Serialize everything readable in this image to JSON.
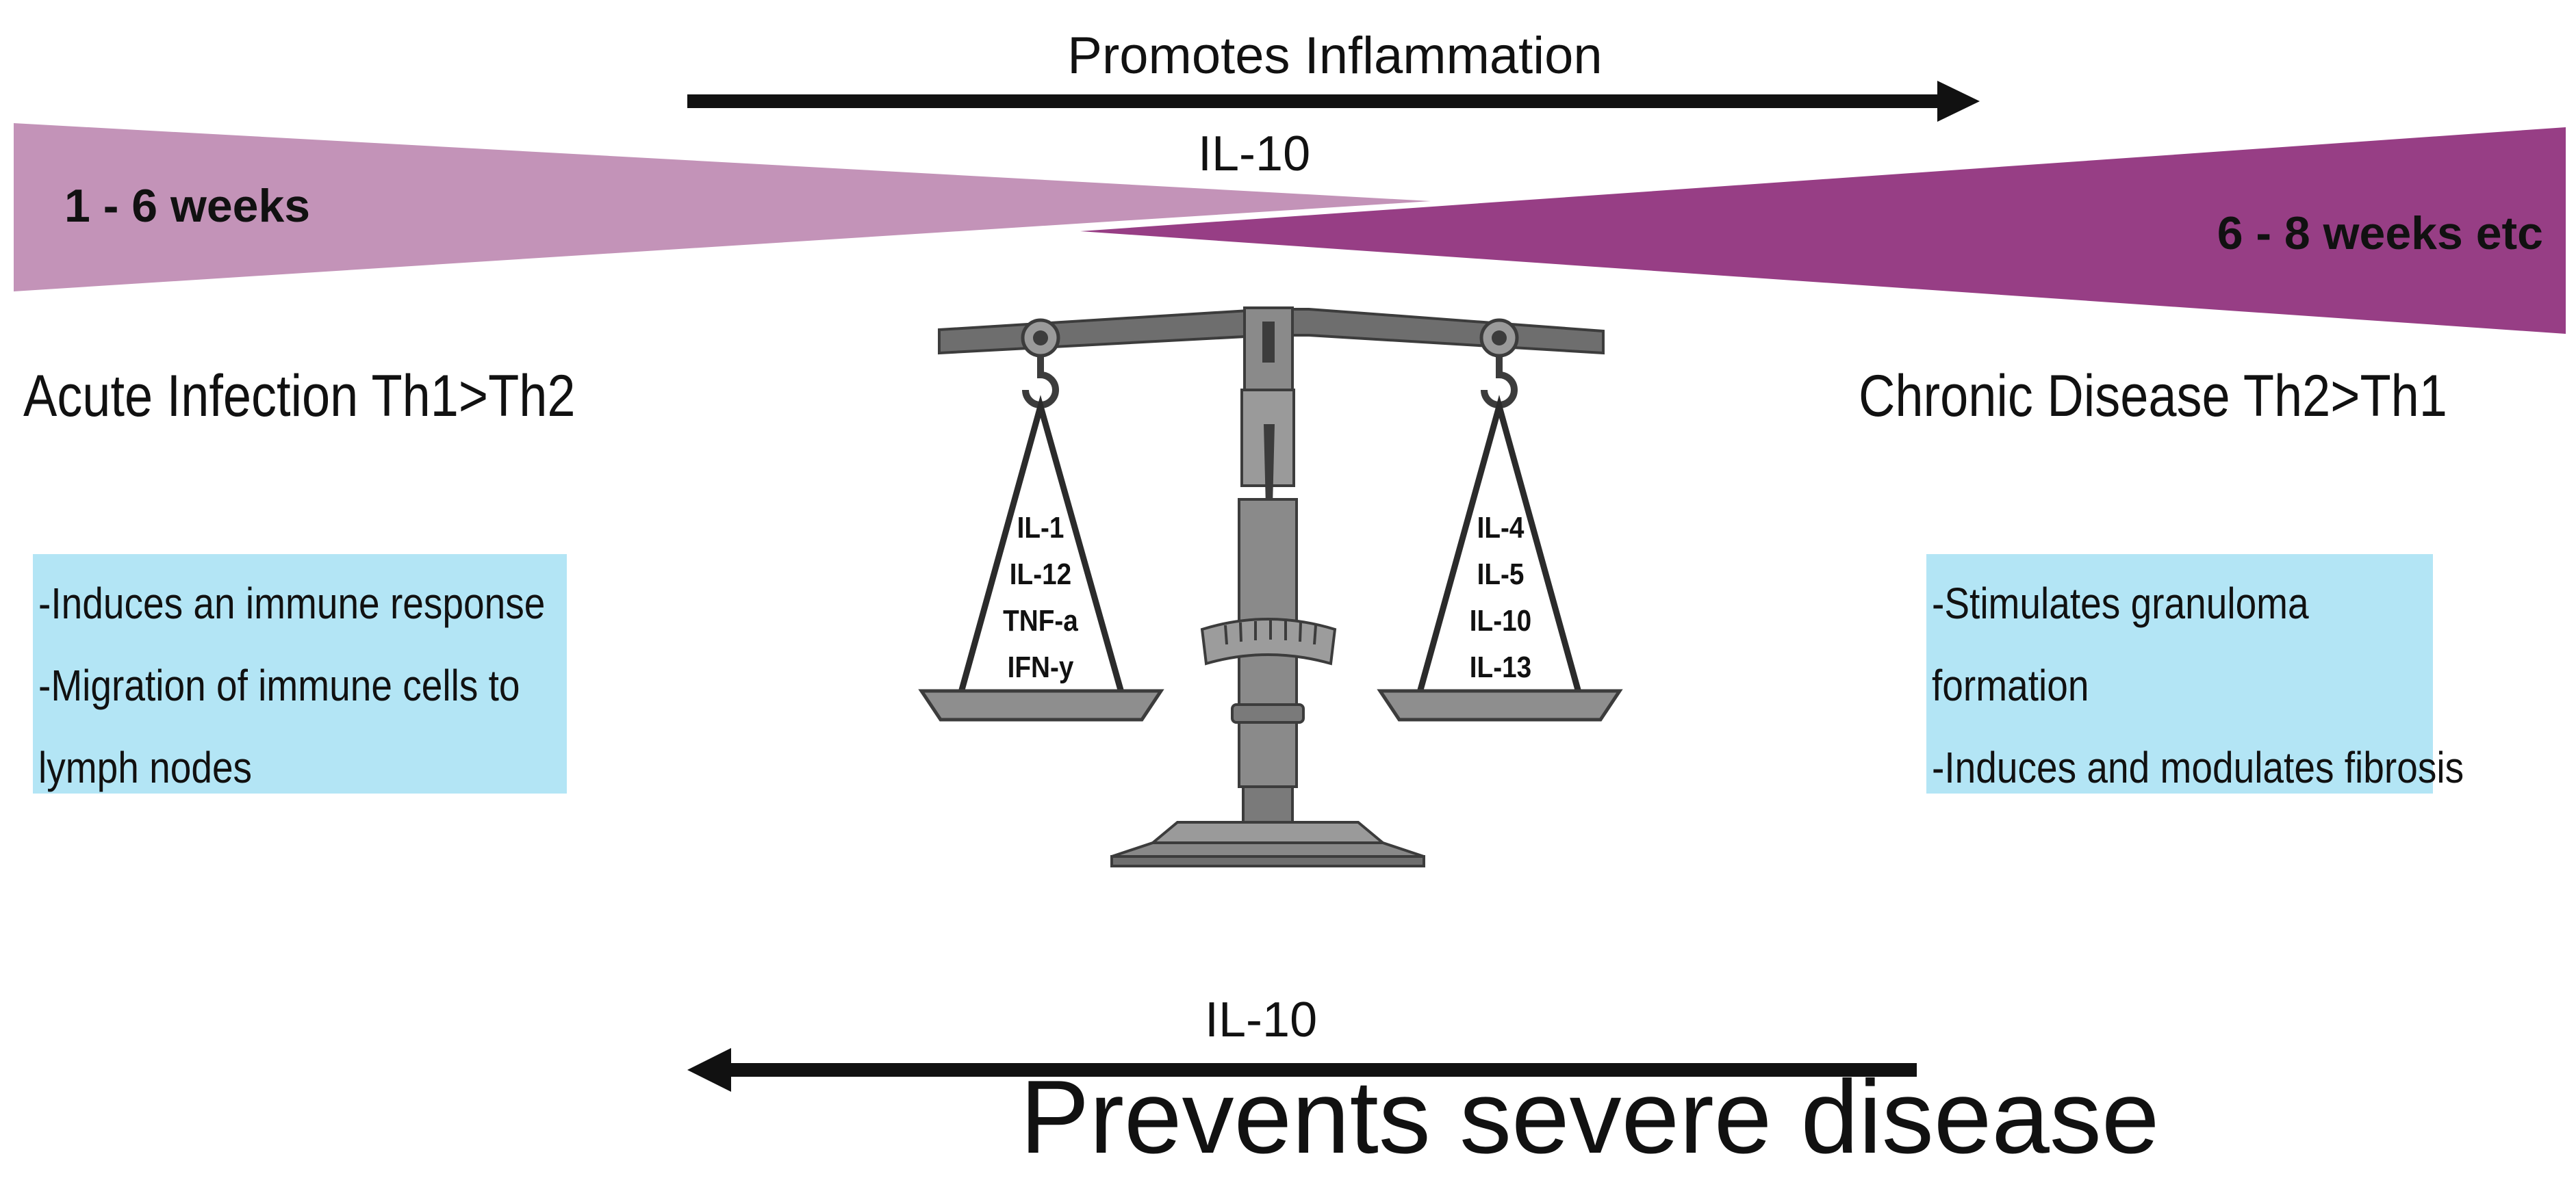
{
  "top_arrow": {
    "label": "Promotes Inflammation",
    "cytokine": "IL-10"
  },
  "bottom_arrow": {
    "label": "Prevents severe disease",
    "cytokine": "IL-10"
  },
  "timeline": {
    "left_label": "1 - 6 weeks",
    "right_label": "6 - 8 weeks etc"
  },
  "colors": {
    "left_wedge": "#c393b8",
    "right_wedge": "#973e85",
    "info_box": "#b3e5f5",
    "scale": "#6e6e6e"
  },
  "acute": {
    "title": "Acute Infection  Th1>Th2",
    "points": [
      "-Induces an immune response",
      "-Migration of immune cells to",
      "lymph nodes"
    ]
  },
  "chronic": {
    "title": "Chronic Disease  Th2>Th1",
    "points": [
      "-Stimulates granuloma",
      "formation",
      "-Induces and modulates fibrosis"
    ]
  },
  "scale": {
    "icon": "balance-scale-icon",
    "left_pan": [
      "IL-1",
      "IL-12",
      "TNF-a",
      "IFN-y"
    ],
    "right_pan": [
      "IL-4",
      "IL-5",
      "IL-10",
      "IL-13"
    ]
  }
}
